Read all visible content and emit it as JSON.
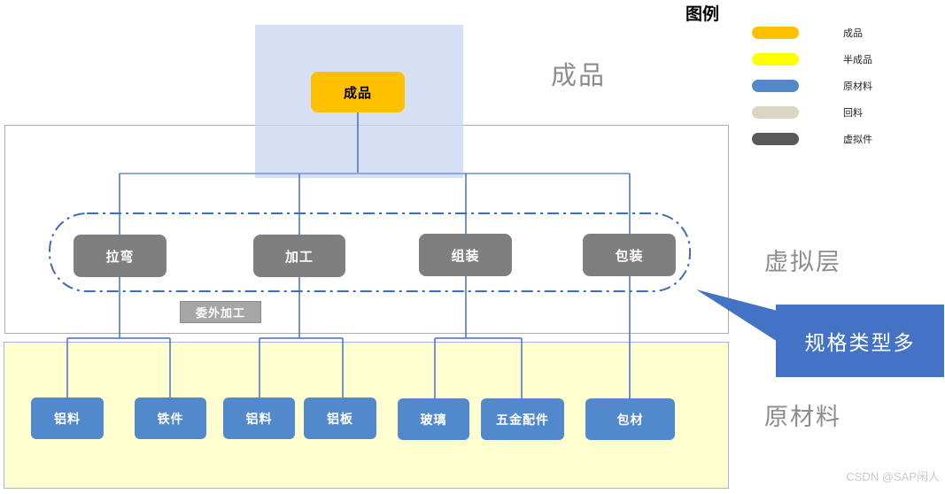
{
  "legend": {
    "title": "图例",
    "items": [
      {
        "name": "finished-product",
        "label": "成品",
        "color": "#FFC000"
      },
      {
        "name": "semi-finished",
        "label": "半成品",
        "color": "#FFFF00"
      },
      {
        "name": "raw-material",
        "label": "原材料",
        "color": "#5288CC"
      },
      {
        "name": "recycled",
        "label": "回料",
        "color": "#DBD5C2"
      },
      {
        "name": "virtual-part",
        "label": "虚拟件",
        "color": "#595959"
      }
    ]
  },
  "diagram": {
    "root_node": {
      "label": "成品",
      "color": "#FFC000"
    },
    "section_labels": {
      "finished": "成品",
      "virtual": "虚拟层",
      "raw": "原材料"
    },
    "process_nodes": [
      {
        "label": "拉弯"
      },
      {
        "label": "加工"
      },
      {
        "label": "组装"
      },
      {
        "label": "包装"
      }
    ],
    "outsourced_node": {
      "label": "委外加工"
    },
    "material_nodes": [
      {
        "label": "铝料"
      },
      {
        "label": "铁件"
      },
      {
        "label": "铝料"
      },
      {
        "label": "铝板"
      },
      {
        "label": "玻璃"
      },
      {
        "label": "五金配件"
      },
      {
        "label": "包材"
      }
    ],
    "callout": {
      "label": "规格类型多",
      "color": "#4472C4"
    }
  },
  "watermark": "CSDN @SAP闲人"
}
